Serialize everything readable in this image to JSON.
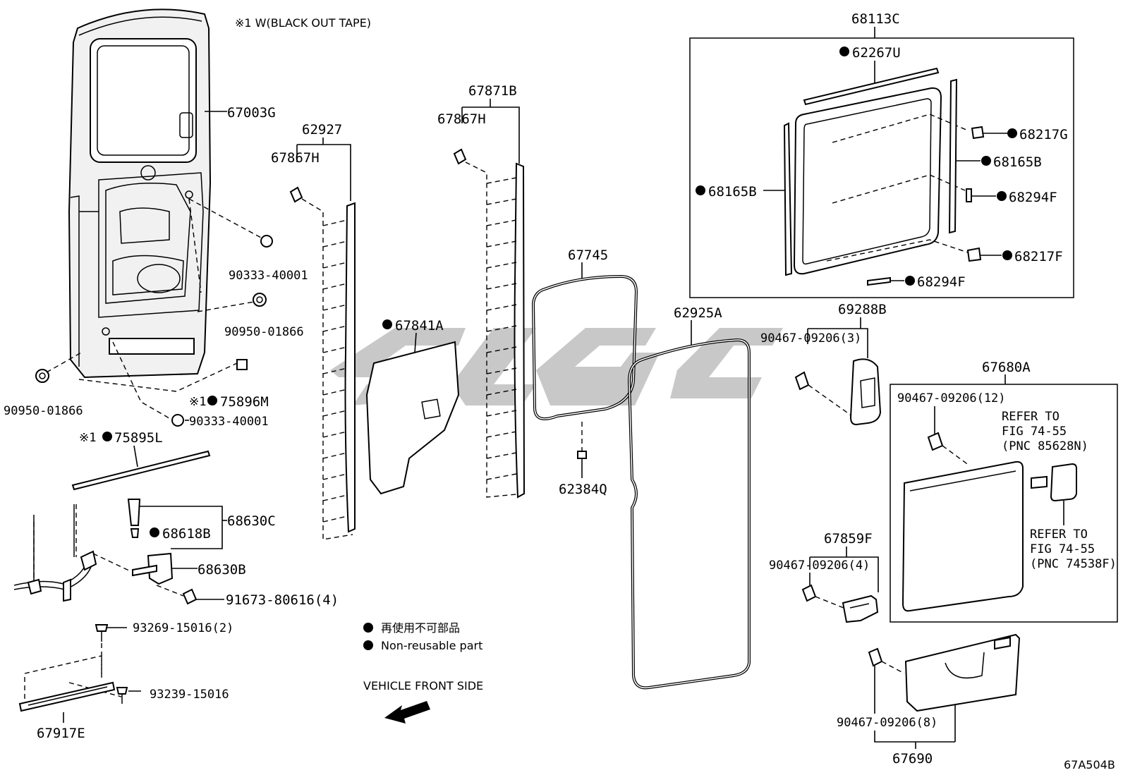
{
  "diagram": {
    "tape_note": "※1 W(BLACK OUT TAPE)",
    "drawing_code": "67A504B",
    "legend": {
      "jp": "再使用不可部品",
      "en": "Non-reusable part"
    },
    "direction": "VEHICLE FRONT SIDE",
    "mark_ref": "※1",
    "parts": {
      "p67003G": "67003G",
      "p90333a": "90333-40001",
      "p90950a": "90950-01866",
      "p90950b": "90950-01866",
      "p75896M": "75896M",
      "p90333b": "90333-40001",
      "p75895L": "75895L",
      "p68630C": "68630C",
      "p68618B": "68618B",
      "p68630B": "68630B",
      "p91673": "91673-80616(4)",
      "p93269": "93269-15016(2)",
      "p93239": "93239-15016",
      "p67917E": "67917E",
      "p62927": "62927",
      "p67867Ha": "67867H",
      "p67871B": "67871B",
      "p67867Hb": "67867H",
      "p67841A": "67841A",
      "p67745": "67745",
      "p62384Q": "62384Q",
      "p62925A": "62925A",
      "p68113C": "68113C",
      "p62267U": "62267U",
      "p68217Ga": "68217G",
      "p68165Ba": "68165B",
      "p68165Bb": "68165B",
      "p68294Fa": "68294F",
      "p68217Fb": "68217F",
      "p68294Fb": "68294F",
      "p69288B": "69288B",
      "p90467_3": "90467-09206(3)",
      "p67680A": "67680A",
      "p90467_12": "90467-09206(12)",
      "p67859F": "67859F",
      "p90467_4": "90467-09206(4)",
      "p90467_8": "90467-09206(8)",
      "p67690": "67690"
    },
    "refer_a": {
      "l1": "REFER TO",
      "l2": "FIG 74-55",
      "l3": "(PNC 85628N)"
    },
    "refer_b": {
      "l1": "REFER TO",
      "l2": "FIG 74-55",
      "l3": "(PNC 74538F)"
    }
  }
}
